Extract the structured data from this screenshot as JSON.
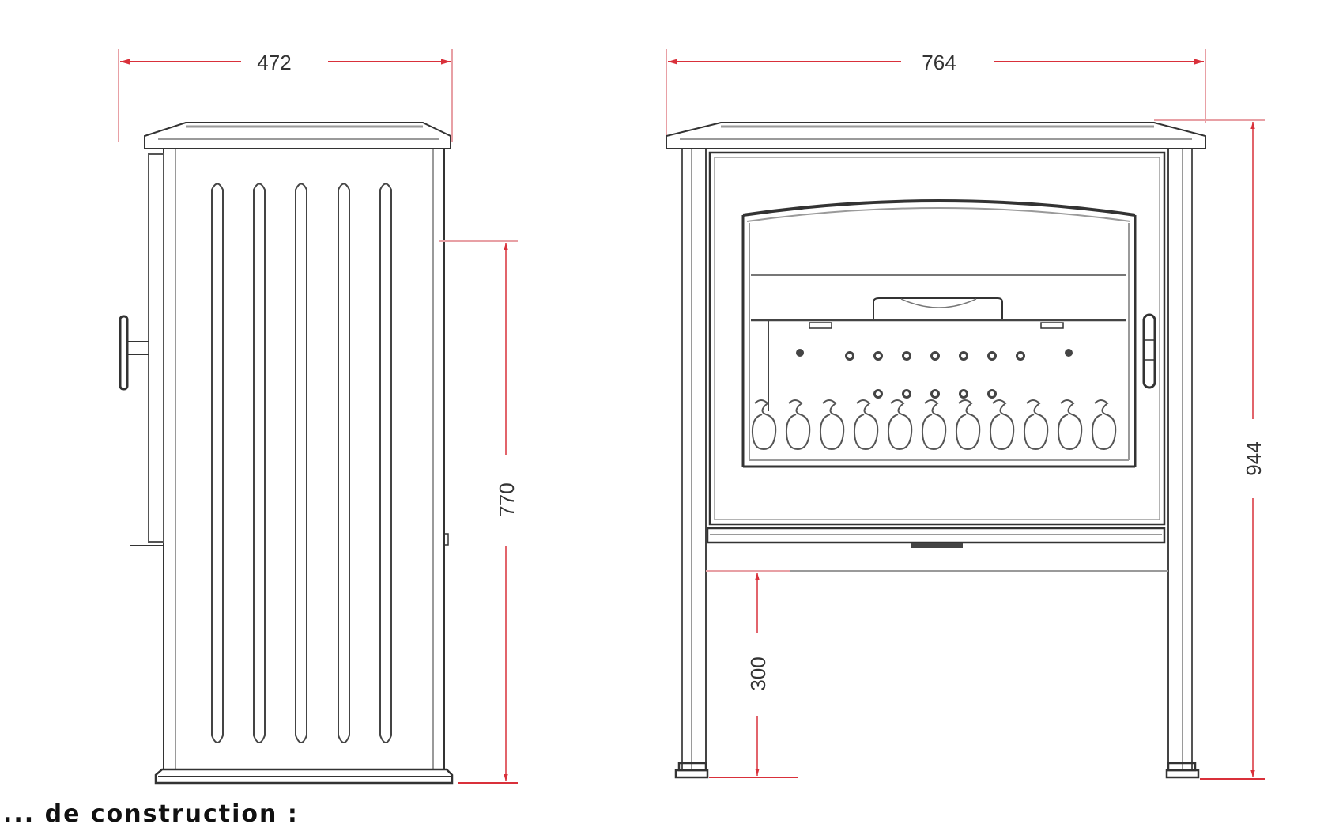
{
  "drawing": {
    "title": "Stove dimension drawing",
    "units": "mm",
    "colors": {
      "outline": "#333333",
      "outline_light": "#9a9a9a",
      "dimension": "#d9303a",
      "dimension_light": "#e8a0a5",
      "background": "#ffffff"
    },
    "views": [
      {
        "name": "side-view",
        "dimensions": {
          "depth": "472",
          "flue_height": "770"
        }
      },
      {
        "name": "front-view",
        "dimensions": {
          "width": "764",
          "overall_height": "944",
          "leg_clearance": "300"
        }
      }
    ],
    "caption": "... de construction :"
  }
}
